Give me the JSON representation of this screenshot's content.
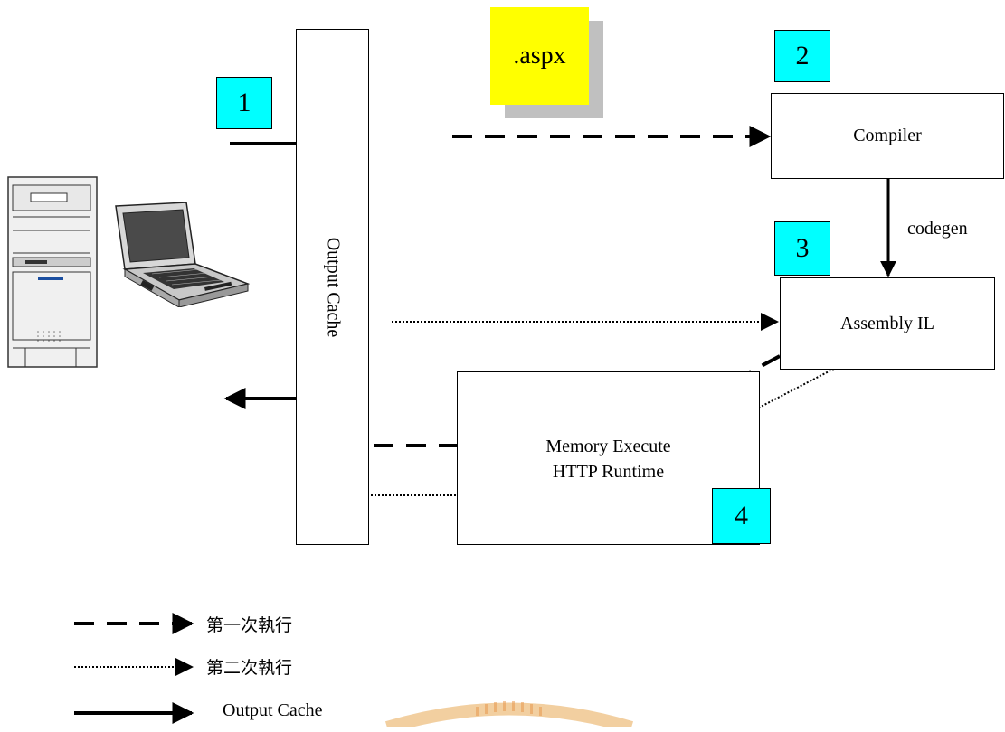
{
  "diagram": {
    "step_badges": [
      "1",
      "2",
      "3",
      "4"
    ],
    "file_card": ".aspx",
    "output_cache_column": "Output Cache",
    "compiler_box": "Compiler",
    "codegen_label": "codegen",
    "assembly_box": "Assembly IL",
    "runtime_box": {
      "line1": "Memory Execute",
      "line2": "HTTP Runtime"
    }
  },
  "legend": {
    "first_run": "第一次執行",
    "second_run": "第二次執行",
    "output_cache": "Output Cache"
  },
  "colors": {
    "badge": "#00ffff",
    "file_card": "#ffff00",
    "file_card_shadow": "#c0c0c0"
  },
  "icons": [
    "desktop-computer-icon",
    "laptop-computer-icon",
    "watermark-logo"
  ]
}
